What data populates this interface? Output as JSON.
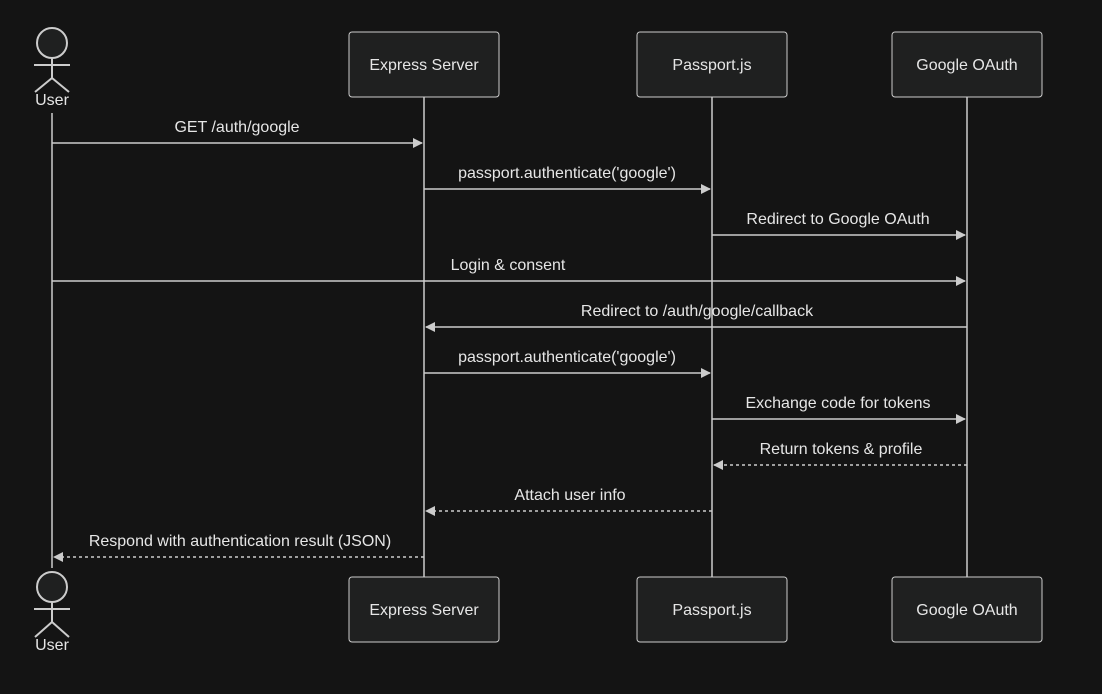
{
  "participants": {
    "user": {
      "label": "User"
    },
    "express": {
      "label": "Express Server"
    },
    "passport": {
      "label": "Passport.js"
    },
    "google": {
      "label": "Google OAuth"
    }
  },
  "messages": [
    {
      "from": "user",
      "to": "express",
      "text": "GET /auth/google",
      "style": "solid"
    },
    {
      "from": "express",
      "to": "passport",
      "text": "passport.authenticate('google')",
      "style": "solid"
    },
    {
      "from": "passport",
      "to": "google",
      "text": "Redirect to Google OAuth",
      "style": "solid"
    },
    {
      "from": "user",
      "to": "google",
      "text": "Login & consent",
      "style": "solid"
    },
    {
      "from": "google",
      "to": "express",
      "text": "Redirect to /auth/google/callback",
      "style": "solid"
    },
    {
      "from": "express",
      "to": "passport",
      "text": "passport.authenticate('google')",
      "style": "solid"
    },
    {
      "from": "passport",
      "to": "google",
      "text": "Exchange code for tokens",
      "style": "solid"
    },
    {
      "from": "google",
      "to": "passport",
      "text": "Return tokens & profile",
      "style": "dashed"
    },
    {
      "from": "passport",
      "to": "express",
      "text": "Attach user info",
      "style": "dashed"
    },
    {
      "from": "express",
      "to": "user",
      "text": "Respond with authentication result (JSON)",
      "style": "dashed"
    }
  ]
}
